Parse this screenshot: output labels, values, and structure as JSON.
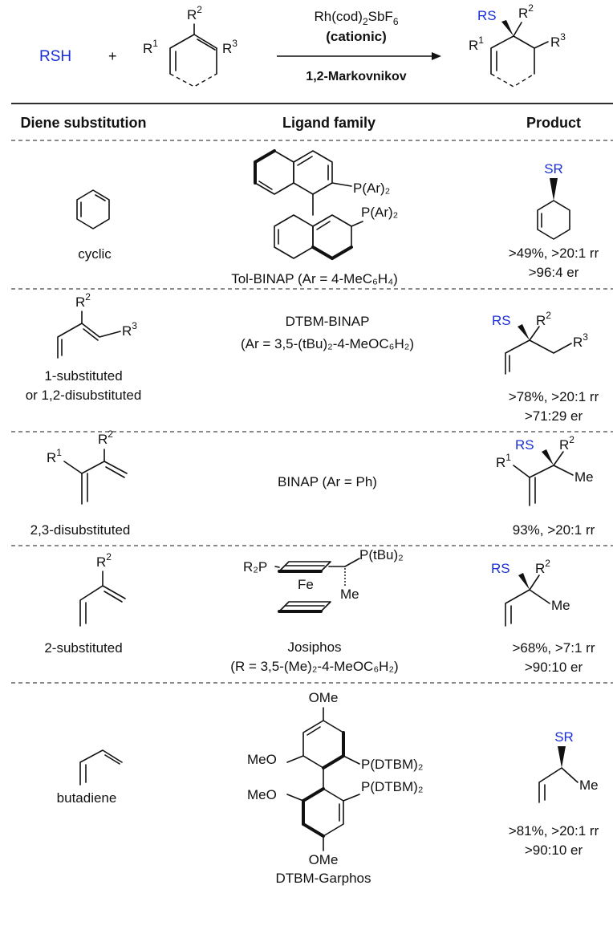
{
  "scheme": {
    "reactant_thiol": "RSH",
    "plus": "+",
    "r1": "R",
    "r1_sup": "1",
    "r2": "R",
    "r2_sup": "2",
    "r3": "R",
    "r3_sup": "3",
    "catalyst_main": "Rh(cod)",
    "catalyst_sub": "2",
    "catalyst_mid": "SbF",
    "catalyst_sub2": "6",
    "catalyst_note": "(cationic)",
    "selectivity": "1,2-Markovnikov",
    "product_rs": "RS"
  },
  "table": {
    "headers": [
      "Diene substitution",
      "Ligand family",
      "Product"
    ],
    "rows": [
      {
        "substrate": "cyclic",
        "ligand_name": "Tol-BINAP (Ar = 4-MeC₆H₄)",
        "ligand_p1": "P(Ar)₂",
        "ligand_p2": "P(Ar)₂",
        "product_label": "SR",
        "result_1": ">49%, >20:1 rr",
        "result_2": ">96:4 er"
      },
      {
        "substrate": "1-substituted",
        "substrate_2": "or 1,2-disubstituted",
        "ligand_name": "DTBM-BINAP",
        "ligand_detail": "(Ar = 3,5-(tBu)₂-4-MeOC₆H₂)",
        "product_label": "RS",
        "result_1": ">78%, >20:1 rr",
        "result_2": ">71:29 er"
      },
      {
        "substrate": "2,3-disubstituted",
        "ligand_name": "BINAP (Ar = Ph)",
        "product_label": "RS",
        "product_me": "Me",
        "result_1": "93%, >20:1 rr"
      },
      {
        "substrate": "2-substituted",
        "ligand_name": "Josiphos",
        "ligand_detail": "(R = 3,5-(Me)₂-4-MeOC₆H₂)",
        "ligand_r2p": "R₂P",
        "ligand_fe": "Fe",
        "ligand_ptbu": "P(tBu)₂",
        "ligand_me": "Me",
        "product_label": "RS",
        "product_me": "Me",
        "result_1": ">68%, >7:1 rr",
        "result_2": ">90:10 er"
      },
      {
        "substrate": "butadiene",
        "ligand_name": "DTBM-Garphos",
        "ligand_ome": "OMe",
        "ligand_meo": "MeO",
        "ligand_pdtbm": "P(DTBM)₂",
        "product_label": "SR",
        "product_me": "Me",
        "result_1": ">81%, >20:1 rr",
        "result_2": ">90:10 er"
      }
    ]
  },
  "colors": {
    "accent": "#1a2fd6",
    "ink": "#111111"
  }
}
